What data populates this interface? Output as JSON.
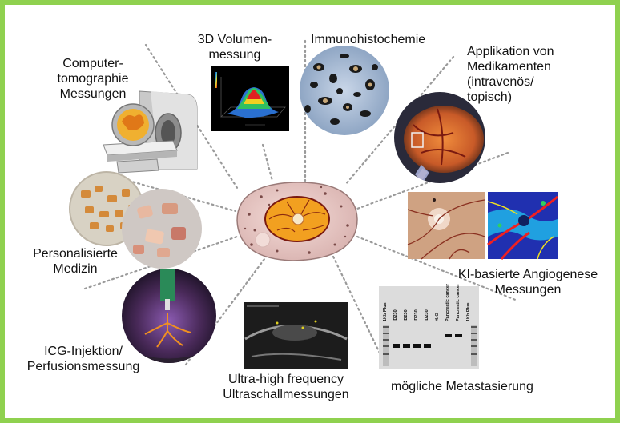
{
  "labels": {
    "ct": [
      "Computer-",
      "tomographie",
      "Messungen"
    ],
    "volumen": [
      "3D Volumen-",
      "messung"
    ],
    "immuno": [
      "Immunohistochemie"
    ],
    "applikation": [
      "Applikation von",
      "Medikamenten",
      "(intravenös/",
      "topisch)"
    ],
    "personalisiert": [
      "Personalisierte",
      "Medizin"
    ],
    "ki": [
      "KI-basierte Angiogenese",
      "Messungen"
    ],
    "icg": [
      "ICG-Injektion/",
      "Perfusionsmessung"
    ],
    "ultraschall": [
      "Ultra-high frequency",
      "Ultraschallmessungen"
    ],
    "metastasierung": [
      "mögliche Metastasierung"
    ]
  },
  "gel": {
    "lanes": [
      "1Kb Plus",
      "ID230",
      "ID230",
      "ID230",
      "ID230",
      "H₂O",
      "Pancreatic cancer",
      "Pancreatic cancer",
      "1Kb Plus"
    ]
  },
  "colors": {
    "frame": "#8fd14f",
    "dotted_line": "#9a9a9a",
    "egg_shell": "#e6c6c4",
    "embryo": "#f0a020",
    "vessel": "#7a1a10"
  },
  "icons": {
    "ct": "ct-scanner-icon",
    "center": "egg-embryo-icon"
  }
}
